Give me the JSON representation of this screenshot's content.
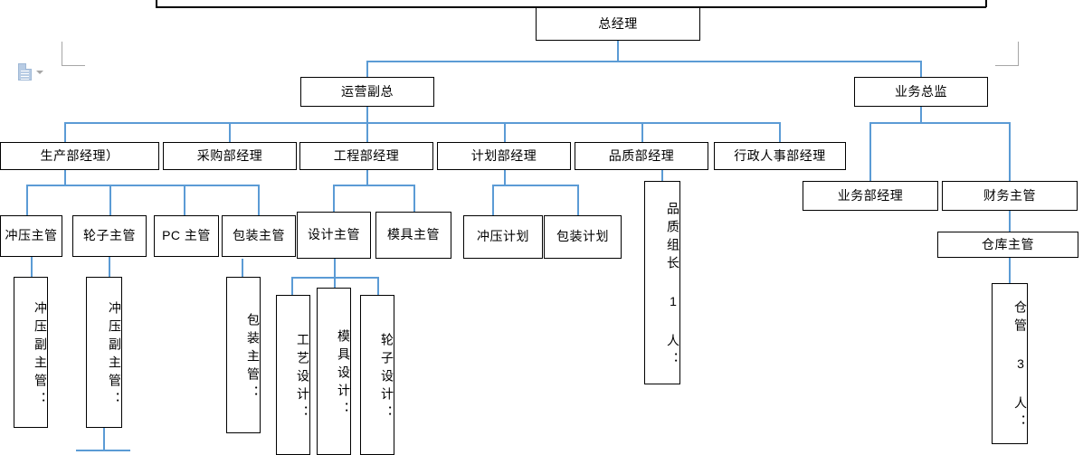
{
  "document": {
    "type": "org-chart",
    "language": "zh-CN",
    "connector_color": "#5b9bd5",
    "box_border_color": "#000000",
    "margin_mark_color": "#a6a6a6"
  },
  "nodes": {
    "general_manager": "总经理",
    "vp_operations": "运营副总",
    "business_director": "业务总监",
    "production_manager": "生产部经理）",
    "purchasing_manager": "采购部经理",
    "engineering_manager": "工程部经理",
    "planning_manager": "计划部经理",
    "quality_manager": "品质部经理",
    "hr_admin_manager": "行政人事部经理",
    "sales_manager": "业务部经理",
    "finance_supervisor": "财务主管",
    "warehouse_supervisor": "仓库主管",
    "stamping_supervisor": "冲压主管",
    "wheel_supervisor": "轮子主管",
    "pc_supervisor": "PC 主管",
    "packaging_supervisor": "包装主管",
    "design_supervisor": "设计主管",
    "mold_supervisor": "模具主管",
    "stamping_plan": "冲压计划",
    "packaging_plan": "包装计划",
    "quality_leader": "品质组长 1 人：",
    "stamping_deputy_1": "冲压副主管：",
    "stamping_deputy_2": "冲压副主管：",
    "packaging_lead": "包装主管：",
    "process_design": "工艺设计：",
    "mold_design": "模具设计：",
    "wheel_design": "轮子设计：",
    "warehouse_staff": "仓管 3 人："
  },
  "overlay": {
    "paste_options_icon": "paste-options-icon",
    "paste_dropdown_icon": "chevron-down-icon"
  }
}
